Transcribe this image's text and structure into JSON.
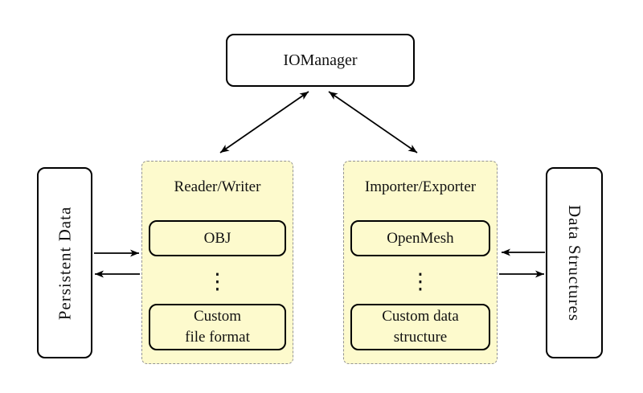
{
  "colors": {
    "background": "#ffffff",
    "panel_fill": "#fdfacd",
    "panel_border": "#949494",
    "node_border": "#000000",
    "node_fill": "#ffffff",
    "arrow": "#000000"
  },
  "nodes": {
    "io_manager": "IOManager",
    "persistent_data": "Persistent Data",
    "data_structures": "Data Structures"
  },
  "panels": {
    "reader_writer": {
      "title": "Reader/Writer",
      "top_item": "OBJ",
      "ellipsis": "⋮",
      "bottom_item_line1": "Custom",
      "bottom_item_line2": "file format"
    },
    "importer_exporter": {
      "title": "Importer/Exporter",
      "top_item": "OpenMesh",
      "ellipsis": "⋮",
      "bottom_item_line1": "Custom data",
      "bottom_item_line2": "structure"
    }
  },
  "arrows": [
    {
      "from": "io_manager",
      "to": "reader_writer",
      "type": "double-headed"
    },
    {
      "from": "io_manager",
      "to": "importer_exporter",
      "type": "double-headed"
    },
    {
      "from": "persistent_data",
      "to": "reader_writer",
      "type": "single"
    },
    {
      "from": "reader_writer",
      "to": "persistent_data",
      "type": "single"
    },
    {
      "from": "data_structures",
      "to": "importer_exporter",
      "type": "single"
    },
    {
      "from": "importer_exporter",
      "to": "data_structures",
      "type": "single"
    }
  ]
}
